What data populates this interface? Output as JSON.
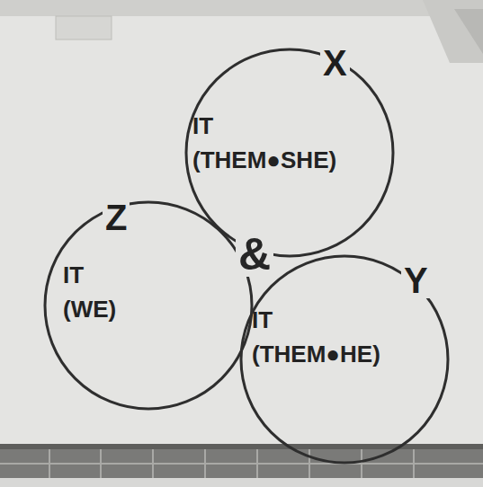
{
  "diagram": {
    "nodes": [
      {
        "text": [
          "X",
          "IT (THEM●SHE)"
        ]
      },
      {
        "text": [
          "Z",
          "IT (WE)"
        ]
      },
      {
        "text": [
          "Y",
          "IT (THEM●HE)"
        ]
      }
    ],
    "labels": [
      "&"
    ]
  }
}
